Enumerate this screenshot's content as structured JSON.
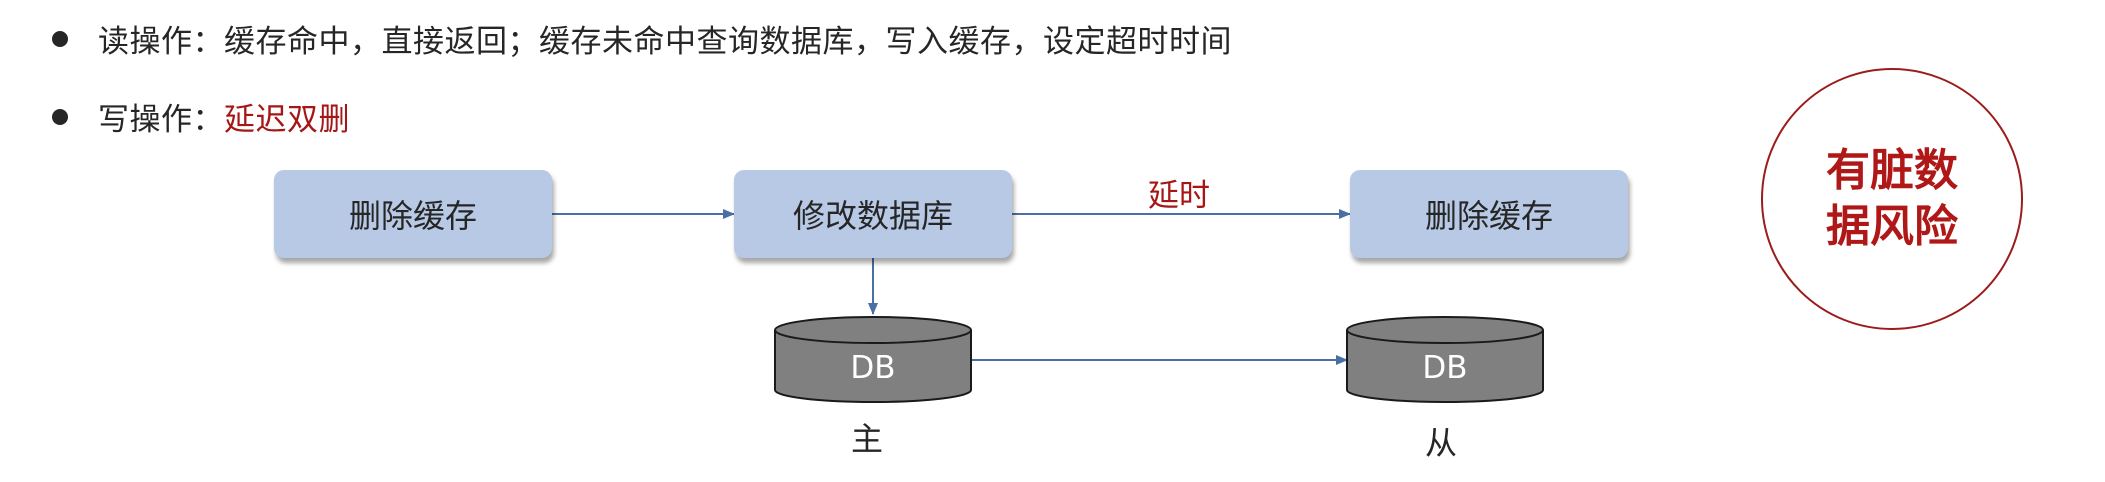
{
  "bullets": [
    {
      "label": "读操作：",
      "text": "缓存命中，直接返回；缓存未命中查询数据库，写入缓存，设定超时时间"
    },
    {
      "label": "写操作：",
      "highlight": "延迟双删"
    }
  ],
  "diagram": {
    "steps": [
      "删除缓存",
      "修改数据库",
      "删除缓存"
    ],
    "delay_label": "延时",
    "databases": [
      {
        "label": "DB",
        "caption": "主"
      },
      {
        "label": "DB",
        "caption": "从"
      }
    ]
  },
  "risk_note": "有脏数据风险",
  "colors": {
    "box_fill": "#b7c9e5",
    "arrow": "#4a6fa5",
    "db_fill": "#808080",
    "accent_red": "#a61616"
  }
}
